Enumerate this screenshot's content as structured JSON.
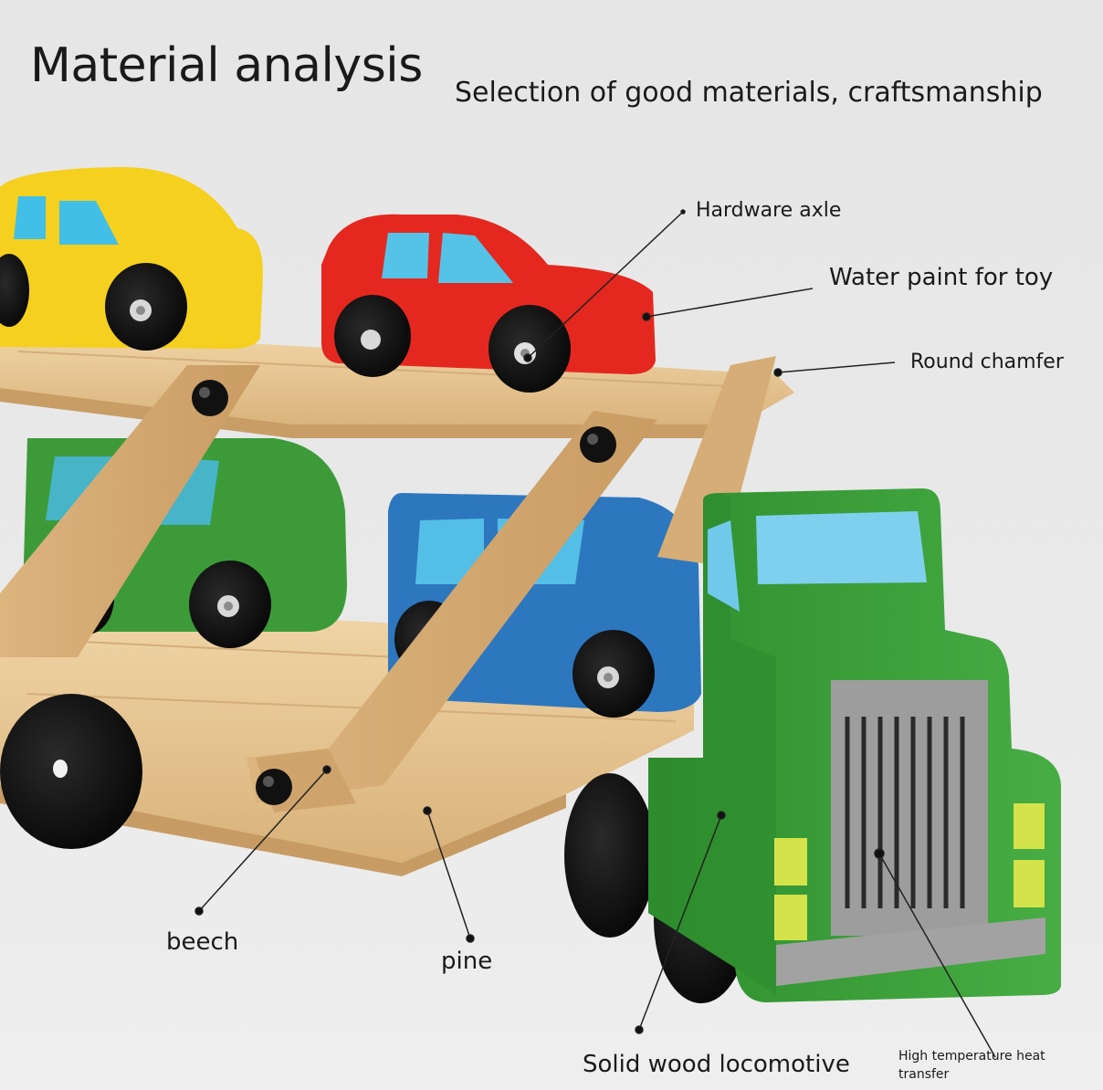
{
  "header": {
    "title": "Material analysis",
    "subtitle": "Selection of good materials, craftsmanship"
  },
  "callouts": {
    "hardware_axle": "Hardware axle",
    "water_paint": "Water paint for toy",
    "round_chamfer": "Round chamfer",
    "beech": "beech",
    "pine": "pine",
    "solid_wood_locomotive": "Solid wood locomotive",
    "heat_transfer": "High temperature heat transfer"
  },
  "colors": {
    "background": "#e8e8e8",
    "wood": "#e8c796",
    "yellow_car": "#f6d21f",
    "red_car": "#e52a24",
    "green_car": "#3a9a36",
    "blue_car": "#2c78c0",
    "truck_cab": "#3fa33d",
    "grille": "#9a9a9a",
    "window": "#58c4e8"
  }
}
